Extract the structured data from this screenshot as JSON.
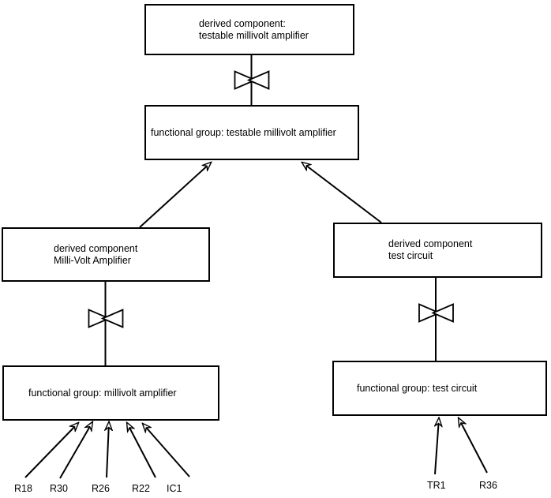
{
  "page": {
    "background_color": "#ffffff",
    "stroke_color": "#000000"
  },
  "nodes": {
    "derived_testable": {
      "line1": "derived component:",
      "line2": "testable millivolt amplifier"
    },
    "fg_testable": {
      "label": "functional group: testable millivolt amplifier"
    },
    "derived_mv": {
      "line1": "derived component",
      "line2": "Milli-Volt Amplifier"
    },
    "derived_test": {
      "line1": "derived component",
      "line2": "test circuit"
    },
    "fg_mv": {
      "label": "functional group: millivolt amplifier"
    },
    "fg_test": {
      "label": "functional group: test circuit"
    }
  },
  "leaves": {
    "left": [
      {
        "label": "R18"
      },
      {
        "label": "R30"
      },
      {
        "label": "R26"
      },
      {
        "label": "R22"
      },
      {
        "label": "IC1"
      }
    ],
    "right": [
      {
        "label": "TR1"
      },
      {
        "label": "R36"
      }
    ]
  }
}
